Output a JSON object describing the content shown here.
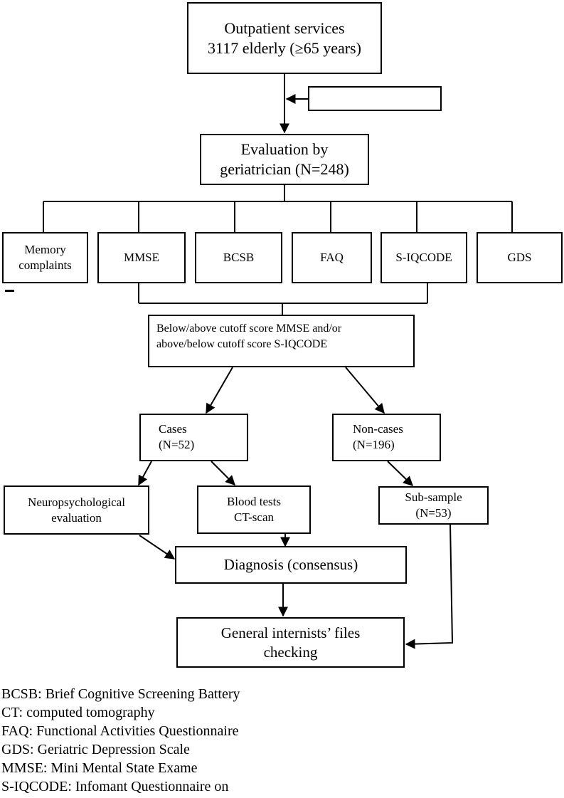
{
  "top_box": {
    "line1": "Outpatient services",
    "line2": "3117 elderly (≥65 years)"
  },
  "excluded_box": {
    "text": ""
  },
  "geriatrician_box": {
    "line1": "Evaluation by",
    "line2": "geriatrician (N=248)"
  },
  "instruments": {
    "memory_line1": "Memory",
    "memory_line2": "complaints",
    "mmse": "MMSE",
    "bcsb": "BCSB",
    "faq": "FAQ",
    "siqcode": "S-IQCODE",
    "gds": "GDS"
  },
  "cutoff_box": {
    "line1": "Below/above cutoff score MMSE and/or",
    "line2": "above/below cutoff score S-IQCODE"
  },
  "cases_box": {
    "line1": "Cases",
    "line2": "(N=52)"
  },
  "noncases_box": {
    "line1": "Non-cases",
    "line2": "(N=196)"
  },
  "neuro_box": {
    "line1": "Neuropsychological",
    "line2": "evaluation"
  },
  "blood_box": {
    "line1": "Blood tests",
    "line2": "CT-scan"
  },
  "subsample_box": {
    "line1": "Sub-sample",
    "line2": "(N=53)"
  },
  "diagnosis_box": {
    "text": "Diagnosis (consensus)"
  },
  "files_box": {
    "line1": "General internists’ files",
    "line2": "checking"
  },
  "legend": [
    "BCSB: Brief Cognitive Screening Battery",
    "CT: computed tomography",
    "FAQ: Functional Activities Questionnaire",
    "GDS: Geriatric Depression Scale",
    "MMSE: Mini Mental State Exame",
    "S-IQCODE: Infomant Questionnaire on"
  ]
}
